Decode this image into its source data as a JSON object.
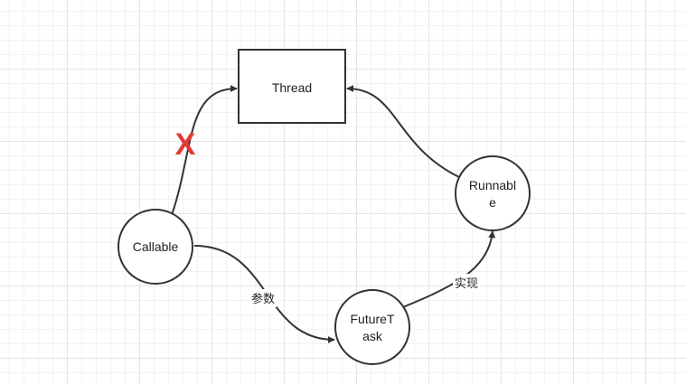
{
  "nodes": {
    "thread": {
      "label": "Thread"
    },
    "callable": {
      "label": "Callable"
    },
    "runnable": {
      "line1": "Runnabl",
      "line2": "e"
    },
    "futuretask": {
      "line1": "FutureT",
      "line2": "ask"
    }
  },
  "edges": {
    "param_label": "参数",
    "implements_label": "实现",
    "cross_mark": "X"
  },
  "colors": {
    "stroke": "#333333",
    "cross": "#e53935"
  }
}
